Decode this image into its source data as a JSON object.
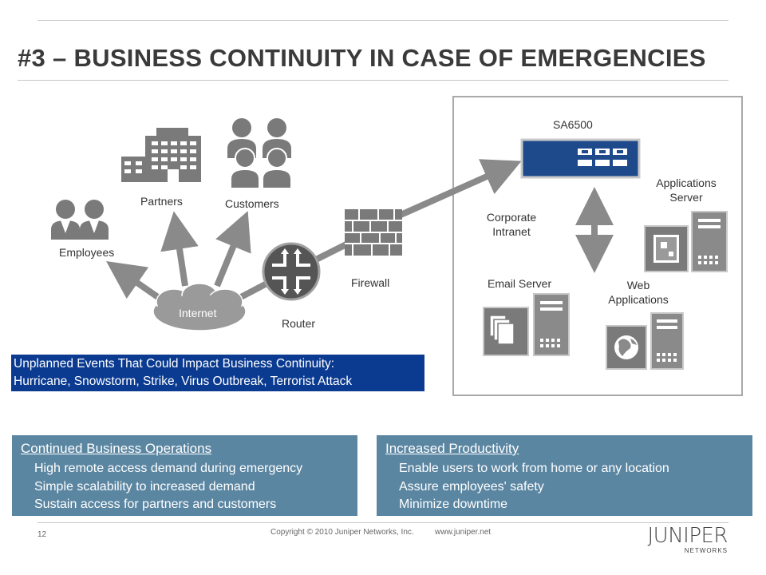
{
  "slide": {
    "title": "#3 – BUSINESS CONTINUITY IN CASE OF EMERGENCIES"
  },
  "diagram": {
    "employees": "Employees",
    "partners": "Partners",
    "customers": "Customers",
    "internet": "Internet",
    "router": "Router",
    "firewall": "Firewall",
    "sa6500": "SA6500",
    "corporate_intranet": "Corporate Intranet",
    "applications_server": "Applications Server",
    "email_server": "Email Server",
    "web_applications": "Web Applications"
  },
  "banner": {
    "line1": "Unplanned Events That Could Impact Business Continuity:",
    "line2": "Hurricane, Snowstorm, Strike, Virus Outbreak, Terrorist Attack"
  },
  "left_box": {
    "title": "Continued Business Operations",
    "items": [
      "High remote access demand during emergency",
      "Simple scalability to increased demand",
      "Sustain access for partners and customers"
    ]
  },
  "right_box": {
    "title": "Increased Productivity",
    "items": [
      "Enable users to work from home or any location",
      "Assure employees' safety",
      "Minimize downtime"
    ]
  },
  "footer": {
    "page_number": "12",
    "copyright": "Copyright © 2010 Juniper Networks, Inc.",
    "url": "www.juniper.net",
    "logo_text": "JUNIPER",
    "logo_sub": "NETWORKS"
  },
  "colors": {
    "banner": "#0b3b91",
    "box": "#5b86a2",
    "arrow": "#8a8a8a",
    "device": "#1e4a8c"
  }
}
